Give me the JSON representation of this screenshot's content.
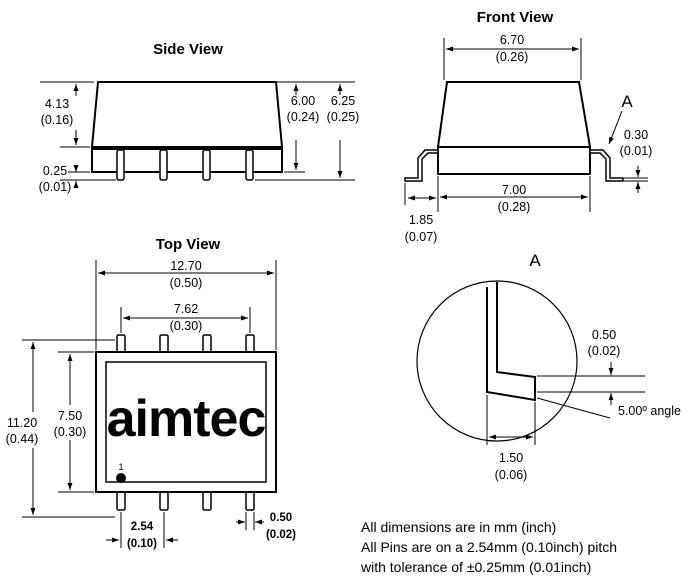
{
  "views": {
    "side_title": "Side View",
    "front_title": "Front View",
    "top_title": "Top View",
    "detail_label": "A",
    "callout_label": "A"
  },
  "side": {
    "h_body_mm": "4.13",
    "h_body_in": "(0.16)",
    "h_total_mm": "6.00",
    "h_total_in": "(0.24)",
    "h_overall_mm": "6.25",
    "h_overall_in": "(0.25)",
    "standoff_mm": "0.25",
    "standoff_in": "(0.01)"
  },
  "front": {
    "w_top_mm": "6.70",
    "w_top_in": "(0.26)",
    "w_base_mm": "7.00",
    "w_base_in": "(0.28)",
    "lead_mm": "1.85",
    "lead_in": "(0.07)",
    "thick_mm": "0.30",
    "thick_in": "(0.01)"
  },
  "top": {
    "w_overall_mm": "12.70",
    "w_overall_in": "(0.50)",
    "pin_span_mm": "7.62",
    "pin_span_in": "(0.30)",
    "h_overall_mm": "11.20",
    "h_overall_in": "(0.44)",
    "h_body_mm": "7.50",
    "h_body_in": "(0.30)",
    "pitch_mm": "2.54",
    "pitch_in": "(0.10)",
    "pin_w_mm": "0.50",
    "pin_w_in": "(0.02)",
    "pin1": "1",
    "brand": "aimtec"
  },
  "detail": {
    "gap_mm": "0.50",
    "gap_in": "(0.02)",
    "angle": "5.00º angle",
    "foot_mm": "1.50",
    "foot_in": "(0.06)"
  },
  "notes": [
    "All dimensions are in  mm (inch)",
    "All Pins are on a 2.54mm (0.10inch) pitch",
    "with tolerance of ±0.25mm (0.01inch)"
  ]
}
